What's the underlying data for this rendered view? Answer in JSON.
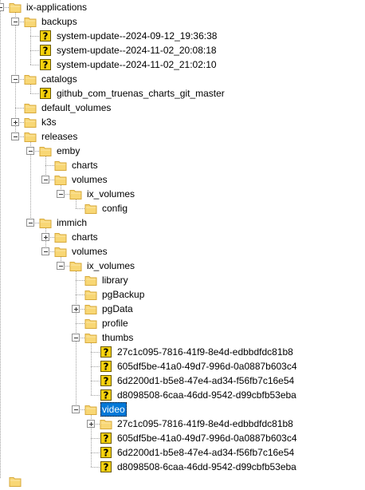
{
  "tree": {
    "rows": [
      {
        "label": "ix-applications",
        "icon": "folder-icon",
        "toggle": "minus"
      },
      {
        "label": "backups",
        "icon": "folder-icon",
        "toggle": "minus"
      },
      {
        "label": "system-update--2024-09-12_19:36:38",
        "icon": "unknown-file-icon",
        "toggle": null
      },
      {
        "label": "system-update--2024-11-02_20:08:18",
        "icon": "unknown-file-icon",
        "toggle": null
      },
      {
        "label": "system-update--2024-11-02_21:02:10",
        "icon": "unknown-file-icon",
        "toggle": null
      },
      {
        "label": "catalogs",
        "icon": "folder-icon",
        "toggle": "minus"
      },
      {
        "label": "github_com_truenas_charts_git_master",
        "icon": "unknown-file-icon",
        "toggle": null
      },
      {
        "label": "default_volumes",
        "icon": "folder-icon",
        "toggle": null
      },
      {
        "label": "k3s",
        "icon": "folder-icon",
        "toggle": "plus"
      },
      {
        "label": "releases",
        "icon": "folder-icon",
        "toggle": "minus"
      },
      {
        "label": "emby",
        "icon": "folder-icon",
        "toggle": "minus"
      },
      {
        "label": "charts",
        "icon": "folder-icon",
        "toggle": null
      },
      {
        "label": "volumes",
        "icon": "folder-icon",
        "toggle": "minus"
      },
      {
        "label": "ix_volumes",
        "icon": "folder-icon",
        "toggle": "minus"
      },
      {
        "label": "config",
        "icon": "folder-icon",
        "toggle": null
      },
      {
        "label": "immich",
        "icon": "folder-icon",
        "toggle": "minus"
      },
      {
        "label": "charts",
        "icon": "folder-icon",
        "toggle": "plus"
      },
      {
        "label": "volumes",
        "icon": "folder-icon",
        "toggle": "minus"
      },
      {
        "label": "ix_volumes",
        "icon": "folder-icon",
        "toggle": "minus"
      },
      {
        "label": "library",
        "icon": "folder-icon",
        "toggle": null
      },
      {
        "label": "pgBackup",
        "icon": "folder-icon",
        "toggle": null
      },
      {
        "label": "pgData",
        "icon": "folder-icon",
        "toggle": "plus"
      },
      {
        "label": "profile",
        "icon": "folder-icon",
        "toggle": null
      },
      {
        "label": "thumbs",
        "icon": "folder-icon",
        "toggle": "minus"
      },
      {
        "label": "27c1c095-7816-41f9-8e4d-edbbdfdc81b8",
        "icon": "unknown-file-icon",
        "toggle": null
      },
      {
        "label": "605df5be-41a0-49d7-996d-0a0887b603c4",
        "icon": "unknown-file-icon",
        "toggle": null
      },
      {
        "label": "6d2200d1-b5e8-47e4-ad34-f56fb7c16e54",
        "icon": "unknown-file-icon",
        "toggle": null
      },
      {
        "label": "d8098508-6caa-46dd-9542-d99cbfb53eba",
        "icon": "unknown-file-icon",
        "toggle": null
      },
      {
        "label": "video",
        "icon": "folder-icon",
        "toggle": "minus",
        "selected": true
      },
      {
        "label": "27c1c095-7816-41f9-8e4d-edbbdfdc81b8",
        "icon": "folder-icon",
        "toggle": "plus"
      },
      {
        "label": "605df5be-41a0-49d7-996d-0a0887b603c4",
        "icon": "unknown-file-icon",
        "toggle": null
      },
      {
        "label": "6d2200d1-b5e8-47e4-ad34-f56fb7c16e54",
        "icon": "unknown-file-icon",
        "toggle": null
      },
      {
        "label": "d8098508-6caa-46dd-9542-d99cbfb53eba",
        "icon": "unknown-file-icon",
        "toggle": null
      }
    ]
  },
  "colors": {
    "folder": "#f8d775",
    "folder_edge": "#d7a93b",
    "unknown_bg": "#f5d10c",
    "selection": "#0078d7"
  }
}
